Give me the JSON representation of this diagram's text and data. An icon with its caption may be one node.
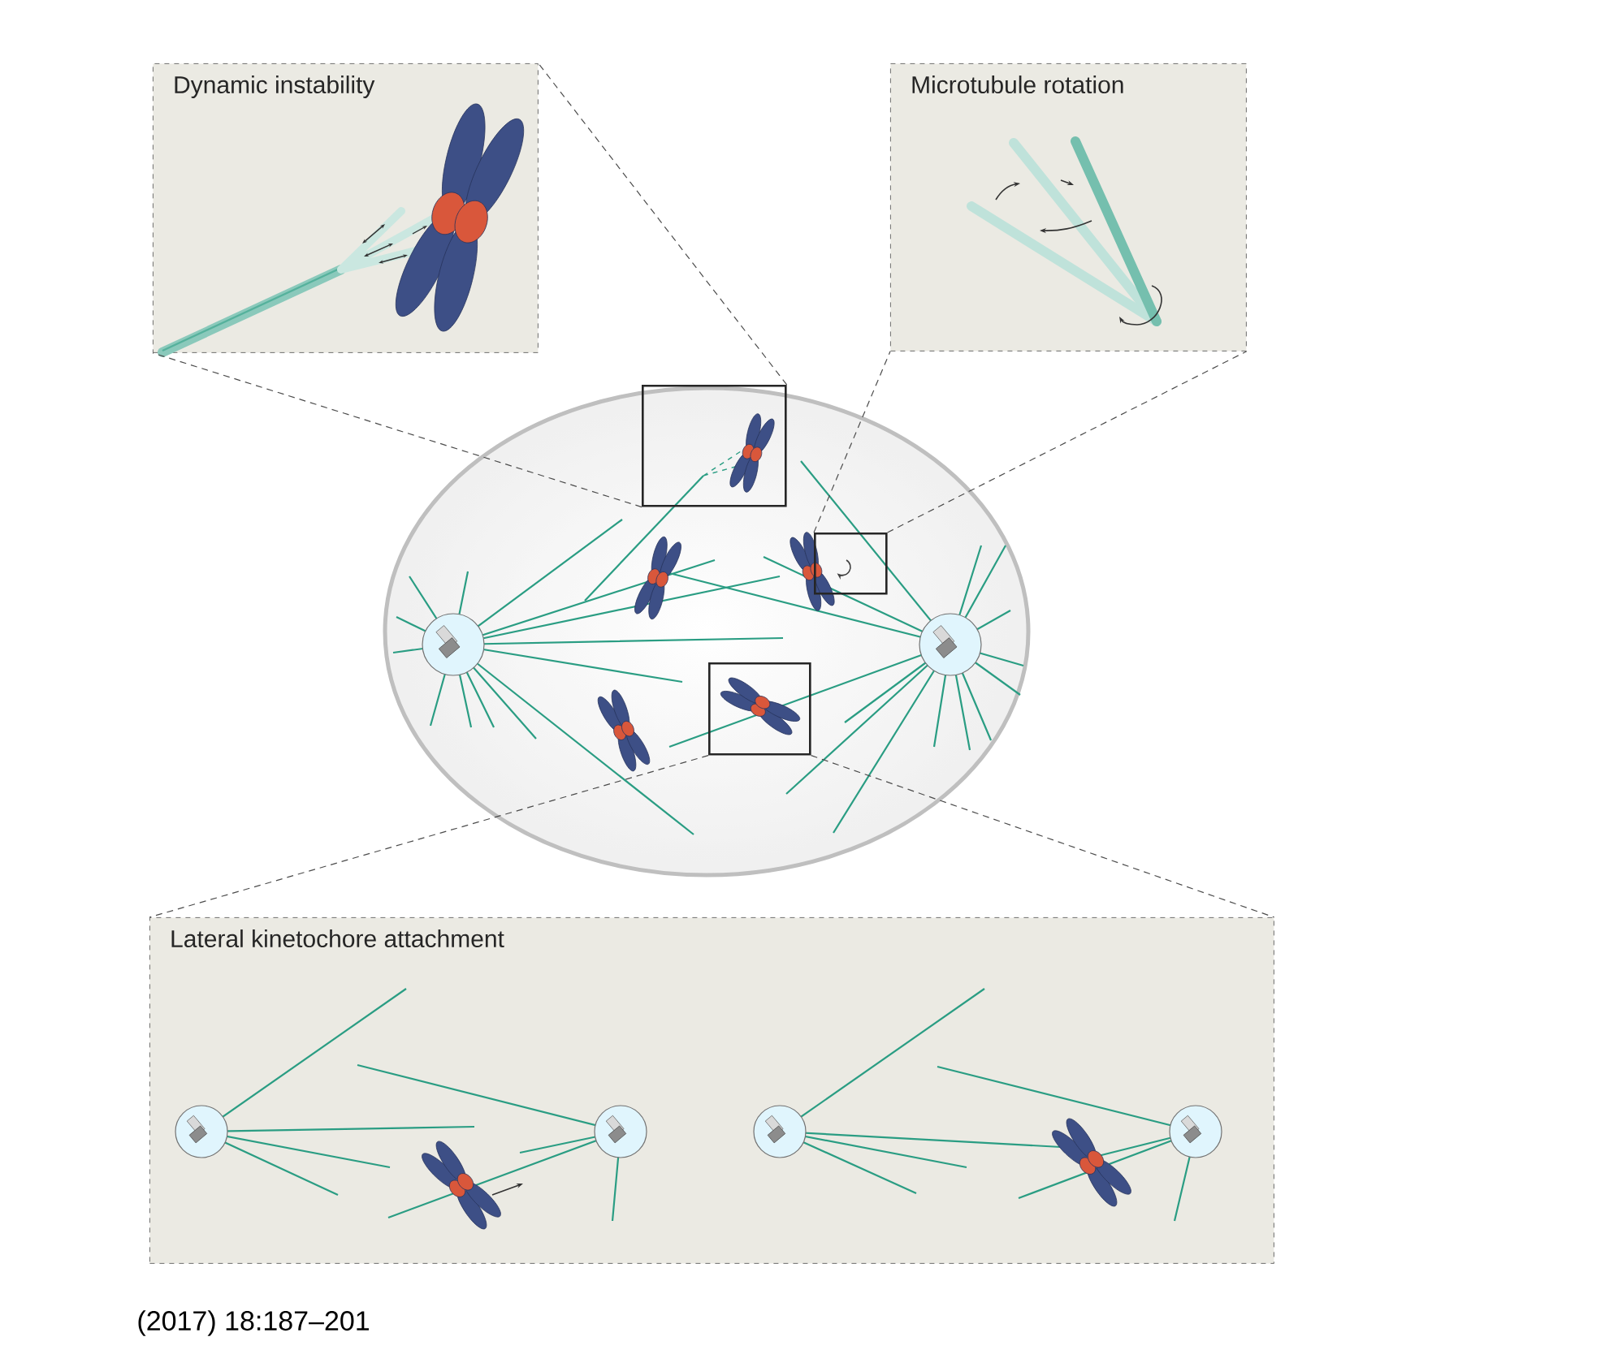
{
  "diagram": {
    "nodes": [
      {
        "text": [
          "Dynamic instability"
        ]
      },
      {
        "text": [
          "Microtubule rotation"
        ]
      },
      {
        "text": [],
        "shape": "ellipse"
      },
      {
        "text": [],
        "shape": "box",
        "in": 2
      },
      {
        "text": [],
        "shape": "box",
        "in": 2
      },
      {
        "text": [],
        "shape": "box",
        "in": 2
      },
      {
        "text": [
          "Lateral kinetochore attachment"
        ]
      }
    ],
    "edges": [
      {
        "from": 3,
        "to": 0,
        "arrow": "none",
        "style": "dashed"
      },
      {
        "from": 3,
        "to": 0,
        "arrow": "none",
        "style": "dashed"
      },
      {
        "from": 4,
        "to": 1,
        "arrow": "none",
        "style": "dashed"
      },
      {
        "from": 4,
        "to": 1,
        "arrow": "none",
        "style": "dashed"
      },
      {
        "from": 5,
        "to": 6,
        "arrow": "none",
        "style": "dashed"
      },
      {
        "from": 5,
        "to": 6,
        "arrow": "none",
        "style": "dashed"
      }
    ],
    "labels": [
      "(2017) 18:187–201"
    ]
  }
}
